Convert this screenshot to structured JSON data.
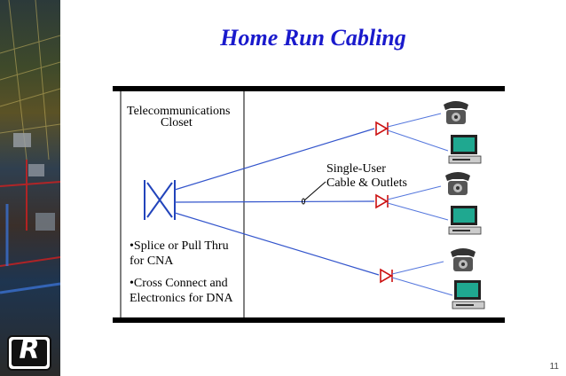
{
  "title": "Home Run Cabling",
  "closet_label_line1": "Telecommunications",
  "closet_label_line2": "Closet",
  "cable_label_line1": "Single-User",
  "cable_label_line2": "Cable & Outlets",
  "bullet1_line1": "•Splice or Pull Thru",
  "bullet1_line2": "for CNA",
  "bullet2_line1": "•Cross Connect and",
  "bullet2_line2": "Electronics for DNA",
  "page_number": "11",
  "logo_letter": "R",
  "colors": {
    "title": "#1a1acc",
    "cable": "#3355cc",
    "outlet": "#cc1111"
  },
  "icons": [
    "telephone-icon",
    "computer-icon",
    "outlet-icon",
    "cross-connect-icon",
    "logo"
  ]
}
